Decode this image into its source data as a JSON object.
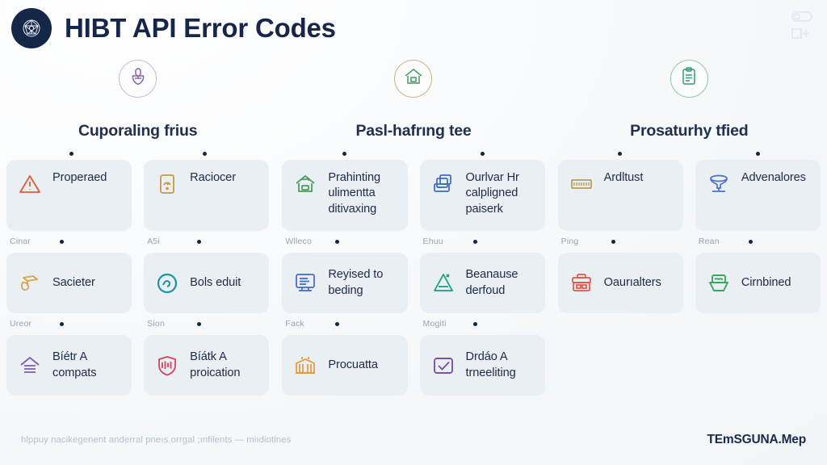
{
  "header": {
    "title": "HIBT API Error Codes",
    "logo_icon": "network-globe-icon",
    "corner_icon_1": "toggle-switch-icon",
    "corner_icon_2": "square-plus-icon"
  },
  "columns": [
    {
      "heading": "Cuporaling frius",
      "icon": "microphone-shield-icon",
      "icon_color": "#8b63ad",
      "ring_class": "ring-purple"
    },
    {
      "heading": "Pasl-hafrıng tee",
      "icon": "house-icon",
      "icon_color": "#3f9c5f",
      "ring_class": "ring-gold"
    },
    {
      "heading": "Prosaturhy tfied",
      "icon": "clipboard-icon",
      "icon_color": "#2f9c72",
      "ring_class": "ring-green"
    }
  ],
  "cards": [
    [
      {
        "label": "Properaed",
        "icon": "warning-triangle-icon",
        "icon_color": "#e05a3c",
        "caption": "Cinar",
        "has_caption": true
      },
      {
        "label": "Raciocer",
        "icon": "document-gauge-icon",
        "icon_color": "#c79a46",
        "caption": "A5i",
        "has_caption": true
      },
      {
        "label": "Sacieter",
        "icon": "hand-box-icon",
        "icon_color": "#d8a44b",
        "caption": "Ureor",
        "has_caption": true
      },
      {
        "label": "Bols eduit",
        "icon": "circle-check-icon",
        "icon_color": "#1d93a5",
        "caption": "Sion",
        "has_caption": true
      },
      {
        "label": "Bíétr A compats",
        "icon": "house-purple-icon",
        "icon_color": "#7d5fa8",
        "caption": "",
        "has_caption": false
      },
      {
        "label": "Bíátk A proication",
        "icon": "shield-icon",
        "icon_color": "#d6435c",
        "caption": "",
        "has_caption": false
      }
    ],
    [
      {
        "label": "Prahinting ulimentta ditivaxing",
        "icon": "house-green-icon",
        "icon_color": "#4a9e5c",
        "caption": "Wlleco",
        "has_caption": true
      },
      {
        "label": "Ourlvar Hr calpligned paiserk",
        "icon": "files-stack-icon",
        "icon_color": "#3b6bbf",
        "caption": "Ehuu",
        "has_caption": true
      },
      {
        "label": "Reyised to beding",
        "icon": "monitor-icon",
        "icon_color": "#3f6bc4",
        "caption": "Fack",
        "has_caption": true
      },
      {
        "label": "Beanause derfoud",
        "icon": "flask-triangle-icon",
        "icon_color": "#1d9d86",
        "caption": "Mogiti",
        "has_caption": true
      },
      {
        "label": "Procuatta",
        "icon": "building-icon",
        "icon_color": "#e39a34",
        "caption": "",
        "has_caption": false
      },
      {
        "label": "Drdáo A trneeliting",
        "icon": "checkbox-icon",
        "icon_color": "#7d4fa8",
        "caption": "",
        "has_caption": false
      }
    ],
    [
      {
        "label": "Ardltust",
        "icon": "badge-label-icon",
        "icon_color": "#b79a55",
        "caption": "Ping",
        "has_caption": true
      },
      {
        "label": "Advenalores",
        "icon": "funnel-table-icon",
        "icon_color": "#4a72cc",
        "caption": "Rean",
        "has_caption": true
      },
      {
        "label": "Oaurıalters",
        "icon": "toolbox-icon",
        "icon_color": "#e0544a",
        "caption": "",
        "has_caption": false
      },
      {
        "label": "Cirnbined",
        "icon": "basket-laptop-icon",
        "icon_color": "#3aa85c",
        "caption": "",
        "has_caption": false
      }
    ]
  ],
  "footer": {
    "note": "hlppuy nacikegenent anderral pneıs.orrgal ;ınfilents — miıdiotines",
    "brand": "TEmSGUNA.Mep"
  },
  "theme": {
    "background": "#f5f8fa",
    "card_bg": "#eaeff4",
    "title_color": "#16254a",
    "caption_color": "#9aa4b1"
  }
}
